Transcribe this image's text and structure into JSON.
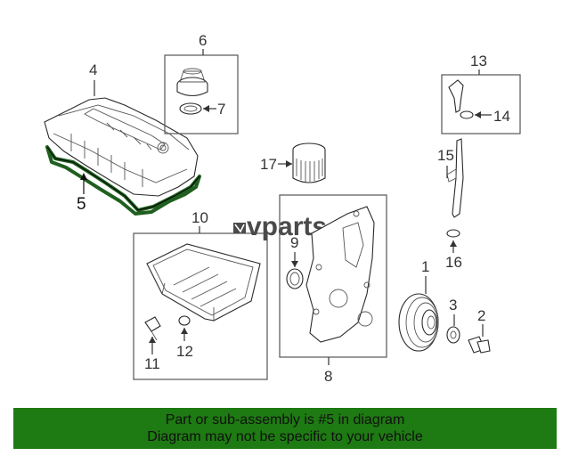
{
  "logo": {
    "text": "vparts"
  },
  "callouts": {
    "c1": "1",
    "c2": "2",
    "c3": "3",
    "c4": "4",
    "c5": "5",
    "c6": "6",
    "c7": "7",
    "c8": "8",
    "c9": "9",
    "c10": "10",
    "c11": "11",
    "c12": "12",
    "c13": "13",
    "c14": "14",
    "c15": "15",
    "c16": "16",
    "c17": "17"
  },
  "banner": {
    "line1": "Part or sub-assembly is #5 in diagram",
    "line2": "Diagram may not be specific to your vehicle"
  },
  "colors": {
    "banner_bg": "#1e7a12",
    "highlight": "#1f5f1f",
    "text": "#333333"
  }
}
